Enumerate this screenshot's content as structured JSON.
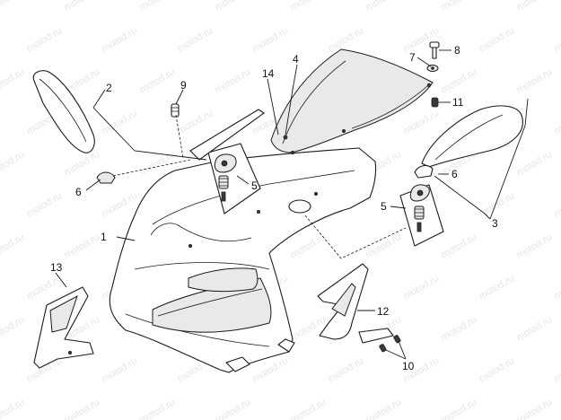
{
  "watermark": "motod.ru",
  "callouts": {
    "c1": "1",
    "c2": "2",
    "c3": "3",
    "c4": "4",
    "c5a": "5",
    "c5b": "5",
    "c6a": "6",
    "c6b": "6",
    "c7": "7",
    "c8": "8",
    "c9": "9",
    "c10": "10",
    "c11": "11",
    "c12": "12",
    "c13": "13",
    "c14": "14"
  }
}
